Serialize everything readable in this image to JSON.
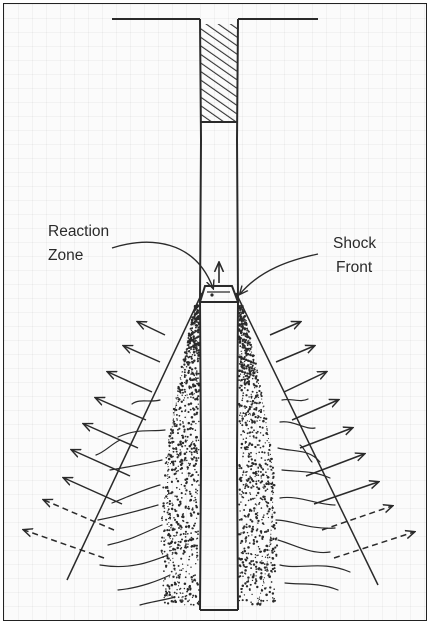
{
  "labels": {
    "reaction_zone_line1": "Reaction",
    "reaction_zone_line2": "Zone",
    "shock_front_line1": "Shock",
    "shock_front_line2": "Front"
  },
  "colors": {
    "ink": "#2a2a2a",
    "hatch": "#333333",
    "grid": "#ececec"
  }
}
